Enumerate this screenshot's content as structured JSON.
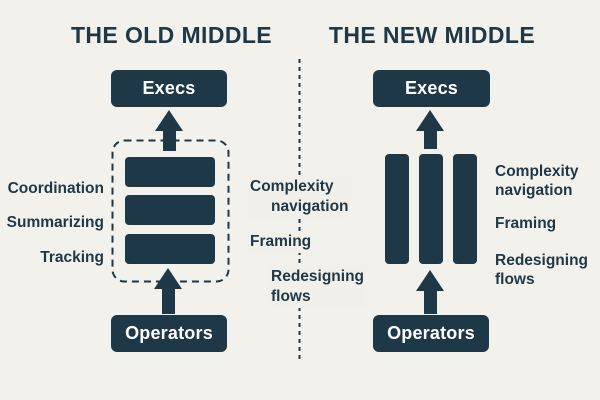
{
  "colors": {
    "background": "#f2f0ea",
    "ink": "#1e3848",
    "node_text": "#ffffff"
  },
  "left_panel": {
    "title": "THE OLD MIDDLE",
    "execs_box": "Execs",
    "operators_box": "Operators",
    "middle_bar_count": 3,
    "role_labels": [
      "Coordination",
      "Summarizing",
      "Tracking"
    ]
  },
  "divider": {
    "labels": [
      {
        "line1": "Complexity",
        "line2": "navigation"
      },
      {
        "line1": "Framing",
        "line2": ""
      },
      {
        "line1": "Redesigning",
        "line2": "flows"
      }
    ]
  },
  "right_panel": {
    "title": "THE NEW MIDDLE",
    "execs_box": "Execs",
    "operators_box": "Operators",
    "middle_bar_count": 3,
    "side_labels": [
      {
        "line1": "Complexity",
        "line2": "navigation"
      },
      {
        "line1": "Framing",
        "line2": ""
      },
      {
        "line1": "Redesigning",
        "line2": "flows"
      }
    ]
  }
}
